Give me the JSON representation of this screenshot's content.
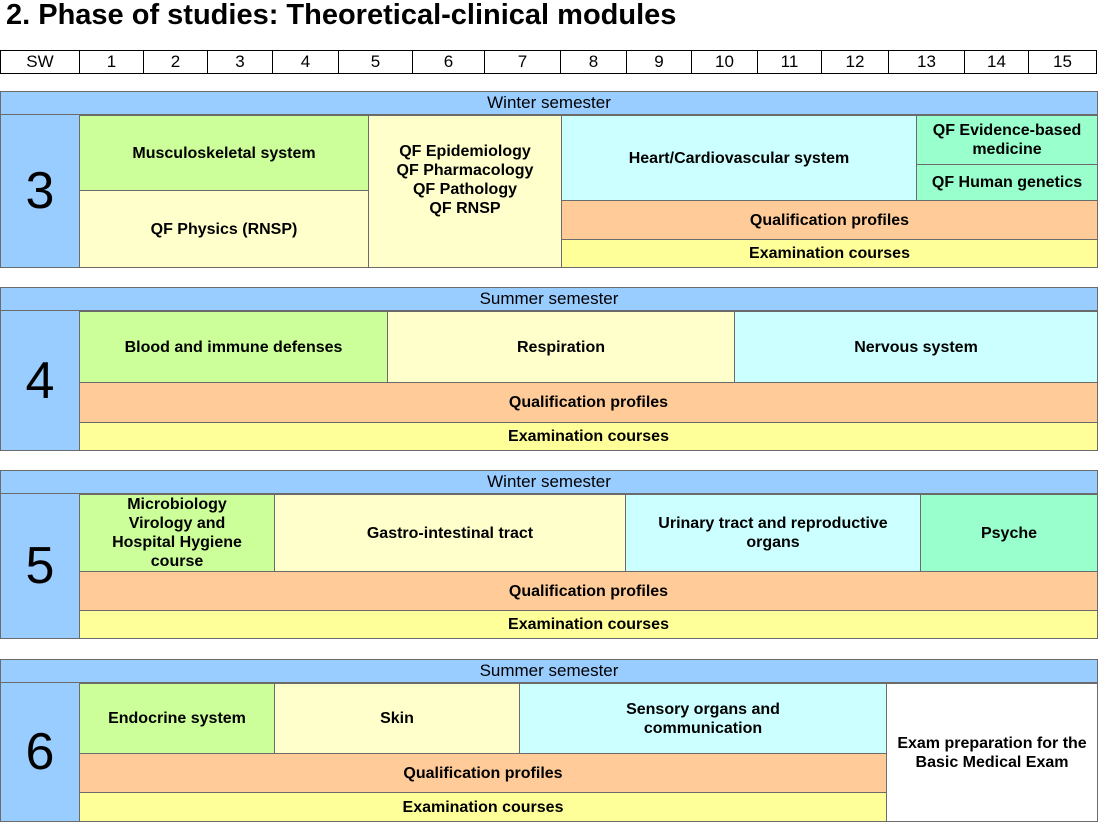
{
  "title": "2. Phase of studies: Theoretical-clinical modules",
  "header": {
    "sw_label": "SW",
    "weeks": [
      "1",
      "2",
      "3",
      "4",
      "5",
      "6",
      "7",
      "8",
      "9",
      "10",
      "11",
      "12",
      "13",
      "14",
      "15"
    ]
  },
  "colors": {
    "semester_blue": "#99ccff",
    "organ_module_green": "#ccff99",
    "organ_module_lightyellow": "#ffffcc",
    "organ_module_cyan": "#ccffff",
    "organ_module_mint": "#99ffcc",
    "qualification_orange": "#ffcc99",
    "examination_yellow": "#ffff99"
  },
  "semesters": [
    {
      "number": "3",
      "label": "Winter semester",
      "modules": {
        "musculoskeletal": "Musculoskeletal system",
        "qf_physics": "QF Physics (RNSP)",
        "qf_list": "QF Epidemiology\nQF Pharmacology\nQF Pathology\nQF RNSP",
        "heart": "Heart/Cardiovascular system",
        "qf_ebm": "QF Evidence-based medicine",
        "qf_genetics": "QF Human genetics",
        "qualification": "Qualification profiles",
        "examination": "Examination courses"
      }
    },
    {
      "number": "4",
      "label": "Summer semester",
      "modules": {
        "blood": "Blood and immune defenses",
        "respiration": "Respiration",
        "nervous": "Nervous system",
        "qualification": "Qualification profiles",
        "examination": "Examination courses"
      }
    },
    {
      "number": "5",
      "label": "Winter semester",
      "modules": {
        "microbiology": "Microbiology\nVirology and\nHospital Hygiene\ncourse",
        "gastro": "Gastro-intestinal tract",
        "urinary": "Urinary tract and reproductive organs",
        "psyche": "Psyche",
        "qualification": "Qualification profiles",
        "examination": "Examination courses"
      }
    },
    {
      "number": "6",
      "label": "Summer semester",
      "modules": {
        "endocrine": "Endocrine system",
        "skin": "Skin",
        "sensory": "Sensory organs and communication",
        "exam_prep": "Exam preparation for the Basic Medical Exam",
        "qualification": "Qualification profiles",
        "examination": "Examination courses"
      }
    }
  ]
}
